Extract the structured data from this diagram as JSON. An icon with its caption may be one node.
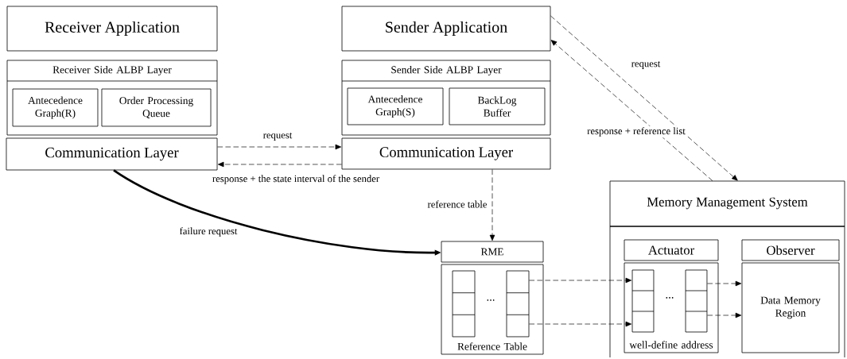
{
  "diagram": {
    "nodes": [
      {
        "text": [
          "Receiver Application"
        ]
      },
      {
        "text": [
          "Receiver Side ALBP Layer"
        ]
      },
      {
        "text": [
          "Antecedence Graph(R)"
        ],
        "in": 1
      },
      {
        "text": [
          "Order Processing Queue"
        ],
        "in": 1
      },
      {
        "text": [
          "Communication Layer"
        ]
      },
      {
        "text": [
          "Sender Application"
        ]
      },
      {
        "text": [
          "Sender Side ALBP Layer"
        ]
      },
      {
        "text": [
          "Antecedence Graph(S)"
        ],
        "in": 6
      },
      {
        "text": [
          "BackLog Buffer"
        ],
        "in": 6
      },
      {
        "text": [
          "Communication Layer"
        ]
      },
      {
        "text": [
          "Memory Management System"
        ]
      },
      {
        "text": [
          "RME",
          "Reference Table"
        ]
      },
      {
        "text": [
          "Actuator",
          "well-define address"
        ],
        "in": 10
      },
      {
        "text": [
          "Observer",
          "Data Memory Region"
        ],
        "in": 10
      },
      {
        "text": [],
        "shape": "box",
        "in": 11
      },
      {
        "text": [],
        "shape": "box",
        "in": 11
      },
      {
        "text": [],
        "shape": "box",
        "in": 12
      },
      {
        "text": [],
        "shape": "box",
        "in": 12
      }
    ],
    "edges": [
      {
        "from": 4,
        "to": 9,
        "arrow": "to",
        "label": "request",
        "style": "dashed"
      },
      {
        "from": 9,
        "to": 4,
        "arrow": "to",
        "label": "response + the state interval of the sender",
        "style": "dashed"
      },
      {
        "from": 5,
        "to": 10,
        "arrow": "to",
        "label": "request",
        "style": "dashed"
      },
      {
        "from": 10,
        "to": 5,
        "arrow": "to",
        "label": "response + reference list",
        "style": "dashed"
      },
      {
        "from": 9,
        "to": 11,
        "arrow": "to",
        "label": "reference table",
        "style": "dashed"
      },
      {
        "from": 4,
        "to": 11,
        "arrow": "to",
        "label": "failure request",
        "style": "thick"
      },
      {
        "from": 15,
        "to": 16,
        "arrow": "to",
        "style": "dashed"
      },
      {
        "from": 15,
        "to": 16,
        "arrow": "to",
        "style": "dashed"
      },
      {
        "from": 17,
        "to": 13,
        "arrow": "to",
        "style": "dashed"
      },
      {
        "from": 17,
        "to": 13,
        "arrow": "to",
        "style": "dashed"
      }
    ],
    "labels": [
      "...",
      "..."
    ]
  }
}
